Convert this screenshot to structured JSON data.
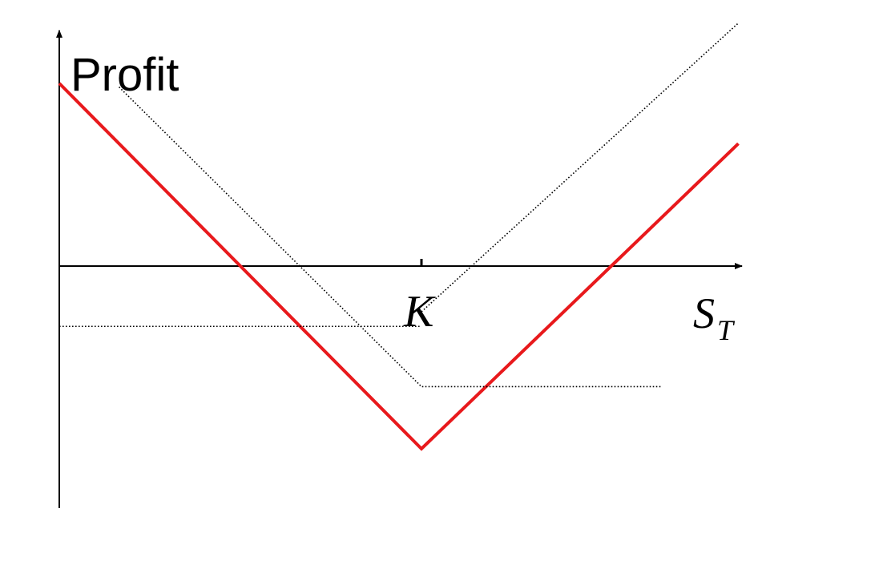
{
  "chart_data": {
    "type": "line",
    "title": "",
    "ylabel": "Profit",
    "xlabel_main": "S",
    "xlabel_sub": "T",
    "tick_label": "K",
    "x_domain": [
      0,
      1.875
    ],
    "y_domain": [
      -1.35,
      1.33
    ],
    "series": [
      {
        "style": "solid",
        "color": "#e8191c",
        "points": [
          [
            0,
            1.0
          ],
          [
            1.0,
            -1.0
          ],
          [
            1.875,
            0.67
          ]
        ]
      },
      {
        "style": "dotted",
        "color": "#000000",
        "points": [
          [
            0.165,
            0.98
          ],
          [
            1.0,
            -0.66
          ],
          [
            1.66,
            -0.66
          ]
        ]
      },
      {
        "style": "dotted",
        "color": "#000000",
        "points": [
          [
            1.0,
            -0.25
          ],
          [
            1.875,
            1.33
          ]
        ]
      },
      {
        "style": "dotted",
        "color": "#000000",
        "points": [
          [
            0,
            -0.33
          ],
          [
            1.0,
            -0.33
          ]
        ]
      }
    ]
  }
}
